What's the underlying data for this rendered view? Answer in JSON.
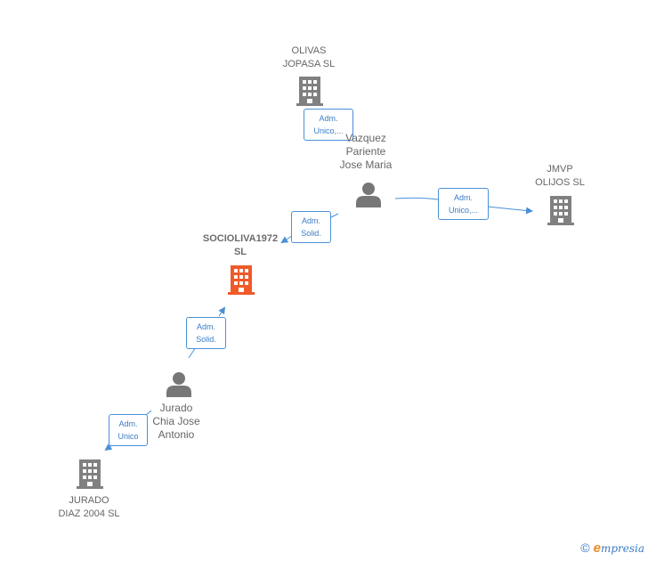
{
  "nodes": {
    "olivas": {
      "line1": "OLIVAS",
      "line2": "JOPASA  SL"
    },
    "vazquez": {
      "line1": "Vazquez",
      "line2": "Pariente",
      "line3": "Jose Maria"
    },
    "jmvp": {
      "line1": "JMVP",
      "line2": "OLIJOS  SL"
    },
    "socioliva": {
      "line1": "SOCIOLIVA1972",
      "line2": "SL"
    },
    "jurado_person": {
      "line1": "Jurado",
      "line2": "Chia Jose",
      "line3": "Antonio"
    },
    "jurado_diaz": {
      "line1": "JURADO",
      "line2": "DIAZ 2004 SL"
    }
  },
  "roles": {
    "olivas_vazquez": {
      "line1": "Adm.",
      "line2": "Unico,..."
    },
    "vazquez_jmvp": {
      "line1": "Adm.",
      "line2": "Unico,..."
    },
    "vazquez_socioliva": {
      "line1": "Adm.",
      "line2": "Solid."
    },
    "jurado_socioliva": {
      "line1": "Adm.",
      "line2": "Solid."
    },
    "jurado_diaz": {
      "line1": "Adm.",
      "line2": "Unico"
    }
  },
  "colors": {
    "company": "#808080",
    "main_company": "#f05a28",
    "person": "#777777",
    "edge": "#4a90d9"
  },
  "brand": {
    "copyright": "©",
    "e": "e",
    "rest": "mpresia"
  }
}
